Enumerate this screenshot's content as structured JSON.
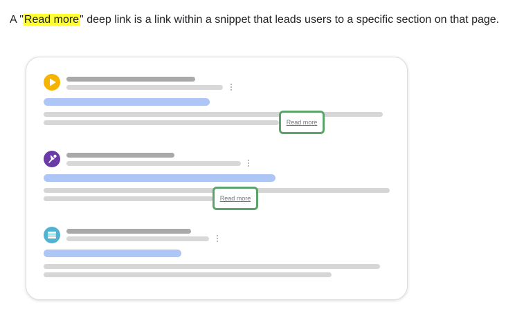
{
  "caption": {
    "prefix": "A \"",
    "highlight": "Read more",
    "suffix": "\" deep link is a link within a snippet that leads users to a specific section on that page."
  },
  "results": [
    {
      "icon": "play-icon",
      "icon_color": "#f4b400",
      "read_more_label": "Read more"
    },
    {
      "icon": "pin-icon",
      "icon_color": "#6a3aa7",
      "read_more_label": "Read more"
    },
    {
      "icon": "list-icon",
      "icon_color": "#4fb3d1"
    }
  ],
  "colors": {
    "highlight": "#ffff33",
    "read_more_border": "#5aa469",
    "title_bar": "#aec6f5"
  }
}
